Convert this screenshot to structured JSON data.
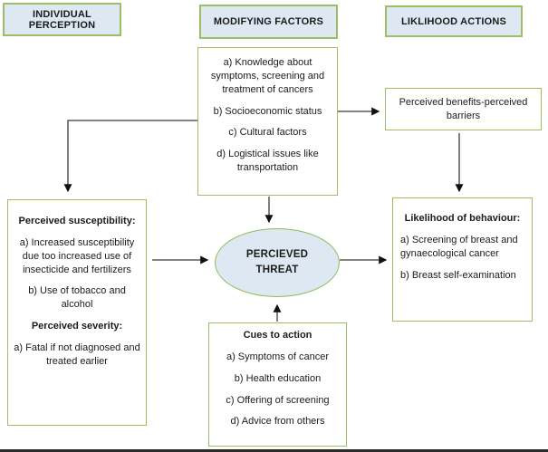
{
  "colors": {
    "box_fill_blue": "#dde8f3",
    "border_green": "#9cbf66",
    "ellipse_border_green": "#8fbc5a",
    "arrow": "#3a3a3a",
    "text": "#1b1b1b",
    "bottom_border": "#2a2a2a"
  },
  "headers": {
    "individual": "INDIVIDUAL PERCEPTION",
    "modifying": "MODIFYING FACTORS",
    "likelihood": "LIKLIHOOD ACTIONS"
  },
  "modifying_box": {
    "items": [
      "a) Knowledge about symptoms, screening and treatment of cancers",
      "b) Socioeconomic status",
      "c) Cultural factors",
      "d) Logistical issues like transportation"
    ]
  },
  "benefits_box": {
    "label": "Perceived benefits-perceived barriers"
  },
  "perception_box": {
    "title_susceptibility": "Perceived susceptibility:",
    "susceptibility_items": [
      "a) Increased susceptibility due too increased use of insecticide and fertilizers",
      "b) Use of tobacco and alcohol"
    ],
    "title_severity": "Perceived severity:",
    "severity_items": [
      "a) Fatal if not diagnosed and treated earlier"
    ]
  },
  "threat_ellipse": {
    "line1": "PERCIEVED",
    "line2": "THREAT"
  },
  "likelihood_box": {
    "title": "Likelihood of behaviour:",
    "items": [
      "a) Screening of breast and gynaecological cancer",
      "b) Breast self-examination"
    ]
  },
  "cues_box": {
    "title": "Cues to action",
    "items": [
      "a) Symptoms of cancer",
      "b) Health education",
      "c) Offering of screening",
      "d) Advice from others"
    ]
  }
}
